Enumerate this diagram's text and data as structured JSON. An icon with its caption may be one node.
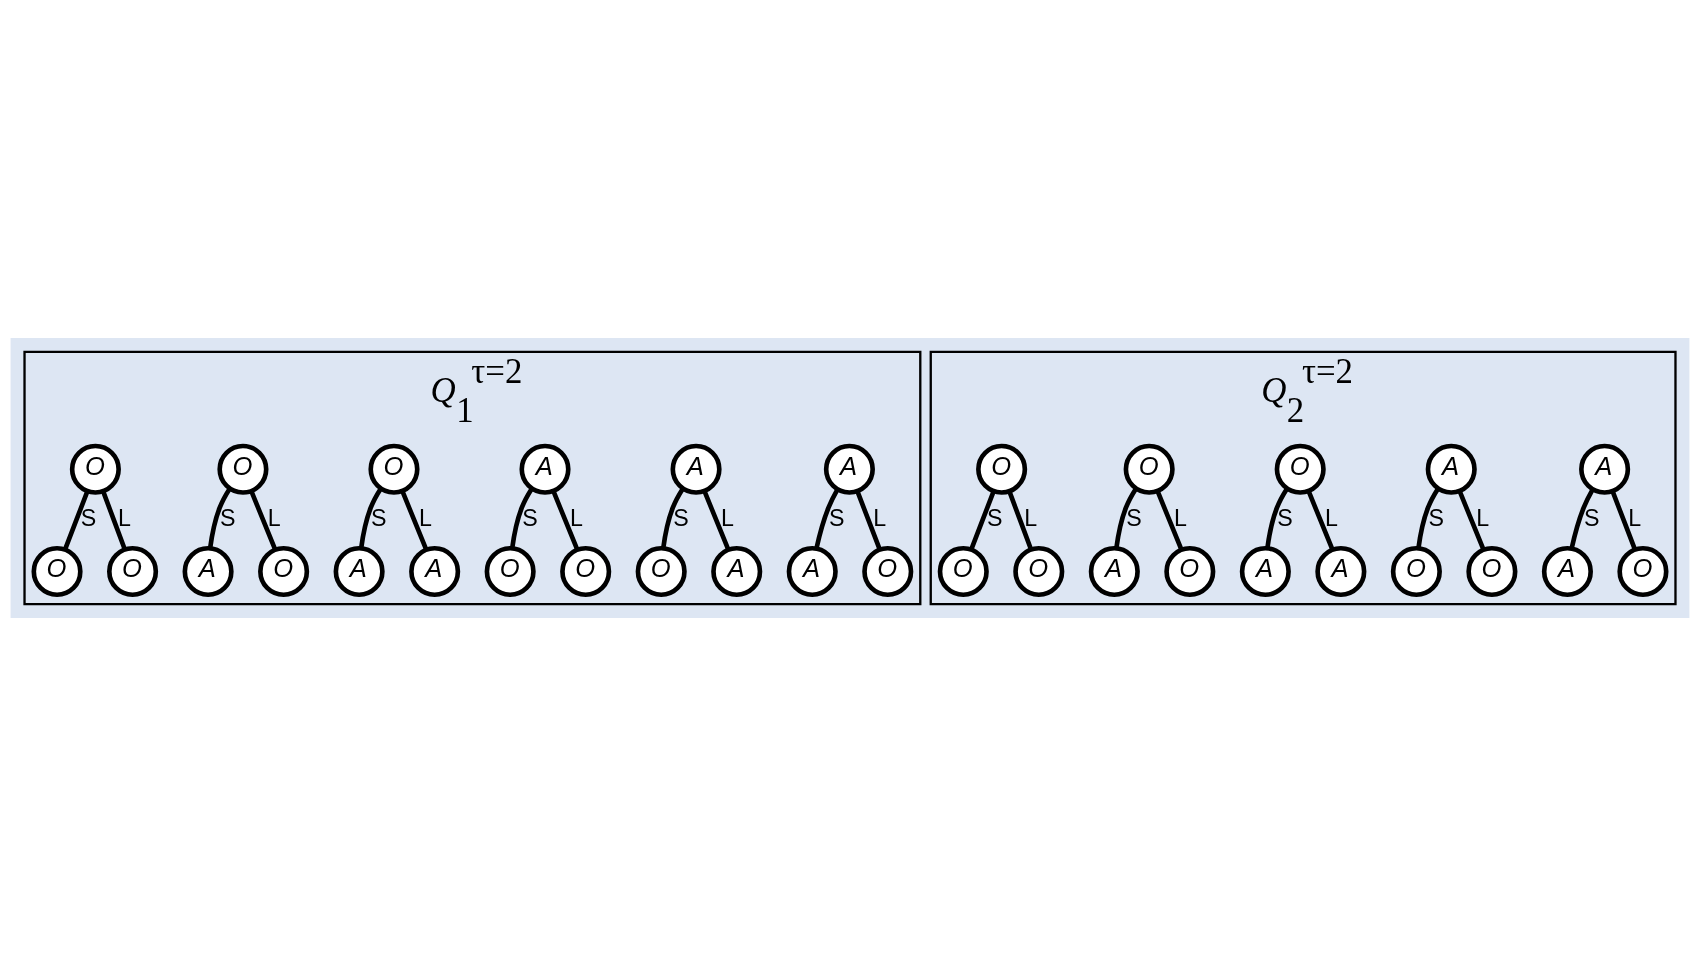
{
  "diagram": {
    "nodes": [
      {
        "text": [
          "*Q*$_{1}$$^{τ=2}$"
        ]
      },
      {
        "text": [
          "A"
        ],
        "in": 0
      },
      {
        "text": [
          "A"
        ],
        "in": 0
      },
      {
        "text": [
          "O"
        ],
        "in": 0
      },
      {
        "text": [
          "A"
        ],
        "in": 0
      },
      {
        "text": [
          "O"
        ],
        "in": 0
      },
      {
        "text": [
          "A"
        ],
        "in": 0
      },
      {
        "text": [
          "A"
        ],
        "in": 0
      },
      {
        "text": [
          "O"
        ],
        "in": 0
      },
      {
        "text": [
          "O"
        ],
        "in": 0
      },
      {
        "text": [
          "O"
        ],
        "in": 0
      },
      {
        "text": [
          "A"
        ],
        "in": 0
      },
      {
        "text": [
          "A"
        ],
        "in": 0
      },
      {
        "text": [
          "O"
        ],
        "in": 0
      },
      {
        "text": [
          "A"
        ],
        "in": 0
      },
      {
        "text": [
          "O"
        ],
        "in": 0
      },
      {
        "text": [
          "O"
        ],
        "in": 0
      },
      {
        "text": [
          "O"
        ],
        "in": 0
      },
      {
        "text": [
          "O"
        ],
        "in": 0
      },
      {
        "text": [
          "*Q*$_{2}$$^{τ=2}$"
        ]
      },
      {
        "text": [
          "A"
        ],
        "in": 19
      },
      {
        "text": [
          "A"
        ],
        "in": 19
      },
      {
        "text": [
          "O"
        ],
        "in": 19
      },
      {
        "text": [
          "A"
        ],
        "in": 19
      },
      {
        "text": [
          "O"
        ],
        "in": 19
      },
      {
        "text": [
          "O"
        ],
        "in": 19
      },
      {
        "text": [
          "O"
        ],
        "in": 19
      },
      {
        "text": [
          "A"
        ],
        "in": 19
      },
      {
        "text": [
          "A"
        ],
        "in": 19
      },
      {
        "text": [
          "O"
        ],
        "in": 19
      },
      {
        "text": [
          "A"
        ],
        "in": 19
      },
      {
        "text": [
          "O"
        ],
        "in": 19
      },
      {
        "text": [
          "O"
        ],
        "in": 19
      },
      {
        "text": [
          "O"
        ],
        "in": 19
      },
      {
        "text": [
          "O"
        ],
        "in": 19
      }
    ],
    "edges": [
      {
        "from": 1,
        "to": 2,
        "arrow": "none",
        "label": "S"
      },
      {
        "from": 1,
        "to": 3,
        "arrow": "none",
        "label": "L"
      },
      {
        "from": 4,
        "to": 5,
        "arrow": "none",
        "label": "S"
      },
      {
        "from": 4,
        "to": 6,
        "arrow": "none",
        "label": "L"
      },
      {
        "from": 7,
        "to": 8,
        "arrow": "none",
        "label": "S"
      },
      {
        "from": 7,
        "to": 9,
        "arrow": "none",
        "label": "L"
      },
      {
        "from": 10,
        "to": 11,
        "arrow": "none",
        "label": "S"
      },
      {
        "from": 10,
        "to": 12,
        "arrow": "none",
        "label": "L"
      },
      {
        "from": 13,
        "to": 14,
        "arrow": "none",
        "label": "S"
      },
      {
        "from": 13,
        "to": 15,
        "arrow": "none",
        "label": "L"
      },
      {
        "from": 16,
        "to": 17,
        "arrow": "none",
        "label": "S"
      },
      {
        "from": 16,
        "to": 18,
        "arrow": "none",
        "label": "L"
      },
      {
        "from": 20,
        "to": 21,
        "arrow": "none",
        "label": "S"
      },
      {
        "from": 20,
        "to": 22,
        "arrow": "none",
        "label": "L"
      },
      {
        "from": 23,
        "to": 24,
        "arrow": "none",
        "label": "S"
      },
      {
        "from": 23,
        "to": 25,
        "arrow": "none",
        "label": "L"
      },
      {
        "from": 26,
        "to": 27,
        "arrow": "none",
        "label": "S"
      },
      {
        "from": 26,
        "to": 28,
        "arrow": "none",
        "label": "L"
      },
      {
        "from": 29,
        "to": 30,
        "arrow": "none",
        "label": "S"
      },
      {
        "from": 29,
        "to": 31,
        "arrow": "none",
        "label": "L"
      },
      {
        "from": 32,
        "to": 33,
        "arrow": "none",
        "label": "S"
      },
      {
        "from": 32,
        "to": 34,
        "arrow": "none",
        "label": "L"
      }
    ]
  }
}
